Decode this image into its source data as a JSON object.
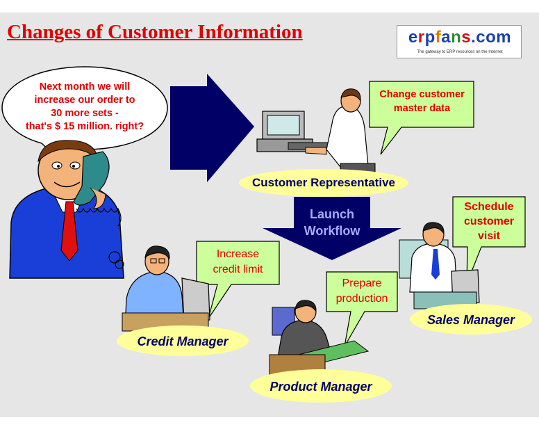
{
  "title": "Changes of Customer Information",
  "logo": {
    "letters": [
      {
        "char": "e",
        "color": "#1a3fb0"
      },
      {
        "char": "r",
        "color": "#d01010"
      },
      {
        "char": "p",
        "color": "#1a3fb0"
      },
      {
        "char": "f",
        "color": "#e07a00"
      },
      {
        "char": "a",
        "color": "#1a3fb0"
      },
      {
        "char": "n",
        "color": "#2a8a2a"
      },
      {
        "char": "s",
        "color": "#d01010"
      },
      {
        "char": ".com",
        "color": "#1a3fb0"
      }
    ],
    "tagline": "The gateway to ERP resources on the Internet"
  },
  "customer_bubble": {
    "lines": [
      "Next month we will",
      "increase our order to",
      "30 more  sets -",
      "that's $ 15 million. right?"
    ]
  },
  "rep_bubble": {
    "lines": [
      "Change customer",
      "master data"
    ]
  },
  "rep_label": "Customer Representative",
  "workflow_arrow": {
    "lines": [
      "Launch",
      "Workflow"
    ]
  },
  "credit_bubble": {
    "lines": [
      "Increase",
      "credit limit"
    ]
  },
  "credit_label": "Credit Manager",
  "production_bubble": {
    "lines": [
      "Prepare",
      "production"
    ]
  },
  "product_label": "Product Manager",
  "sales_bubble": {
    "lines": [
      "Schedule",
      "customer",
      "visit"
    ]
  },
  "sales_label": "Sales Manager",
  "colors": {
    "bubble_green": "#ccff99",
    "label_yellow": "#ffff99",
    "arrow_navy": "#000066",
    "title_red": "#e00000"
  }
}
